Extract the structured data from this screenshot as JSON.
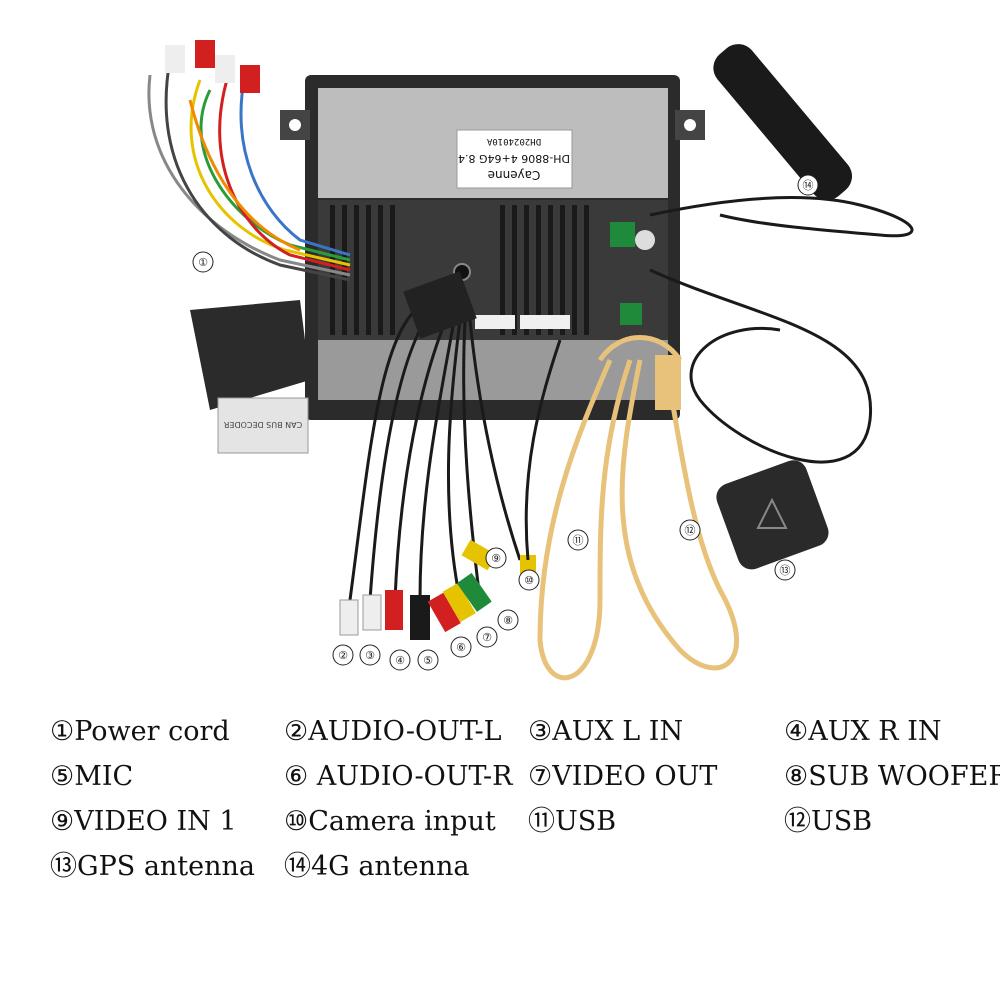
{
  "device_label": {
    "line1": "Cayenne",
    "line2": "DH-8806 4+64G 8.4",
    "line3": "DH2024010A"
  },
  "small_label": {
    "line1": "CAN  BUS  DECODER"
  },
  "callouts": [
    "①",
    "②",
    "③",
    "④",
    "⑤",
    "⑥",
    "⑦",
    "⑧",
    "⑨",
    "⑩",
    "⑪",
    "⑫",
    "⑬",
    "⑭"
  ],
  "legend": [
    [
      {
        "num": "①",
        "text": "Power cord"
      },
      {
        "num": "②",
        "text": "AUDIO-OUT-L"
      },
      {
        "num": "③",
        "text": "AUX L IN"
      },
      {
        "num": "④",
        "text": "AUX R IN"
      }
    ],
    [
      {
        "num": "⑤",
        "text": "MIC"
      },
      {
        "num": "⑥",
        "text": " AUDIO-OUT-R"
      },
      {
        "num": "⑦",
        "text": "VIDEO OUT"
      },
      {
        "num": "⑧",
        "text": "SUB WOOFER"
      }
    ],
    [
      {
        "num": "⑨",
        "text": "VIDEO IN 1"
      },
      {
        "num": "⑩",
        "text": "Camera input"
      },
      {
        "num": "⑪",
        "text": "USB"
      },
      {
        "num": "⑫",
        "text": "USB"
      }
    ],
    [
      {
        "num": "⑬",
        "text": "GPS antenna"
      },
      {
        "num": "⑭",
        "text": "4G antenna"
      }
    ]
  ],
  "colors": {
    "chassis": "#2b2b2b",
    "panel": "#bdbdbd",
    "usb_cable": "#e8c27a",
    "rca_red": "#d22020",
    "rca_yellow": "#e6c300",
    "rca_green": "#1e8a3a",
    "rca_white": "#eeeeee"
  }
}
